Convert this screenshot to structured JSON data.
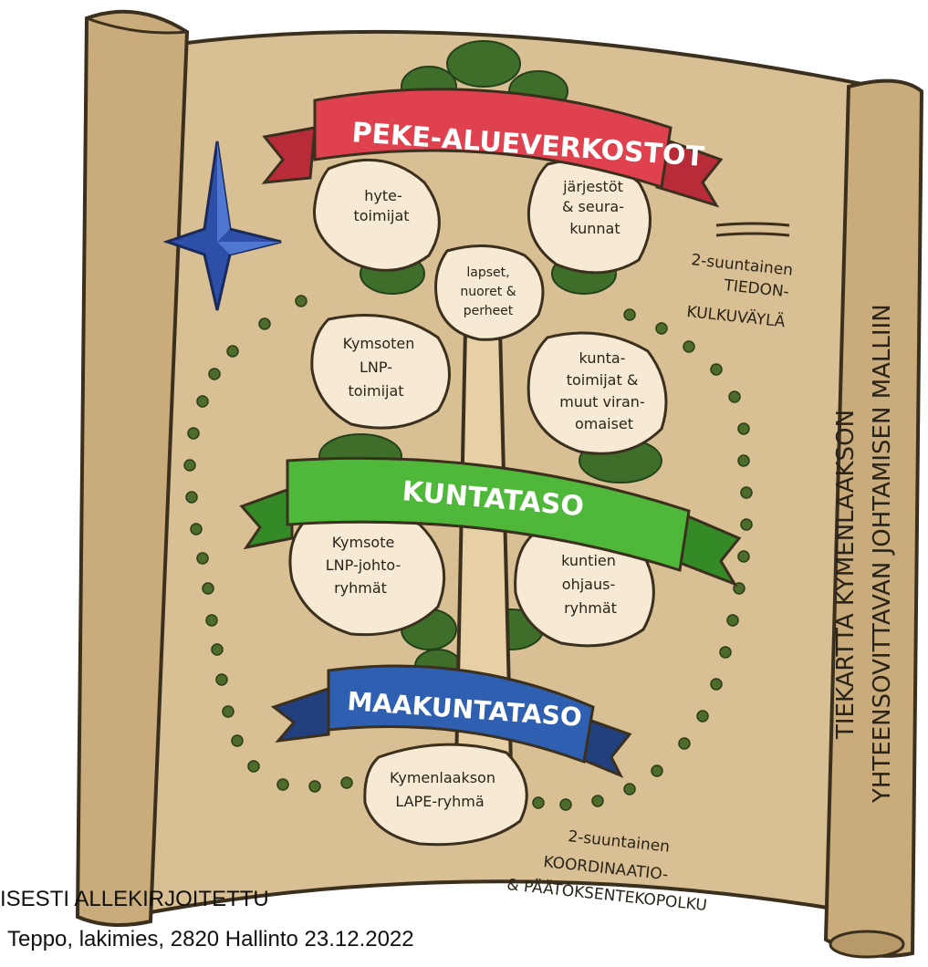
{
  "scroll": {
    "side_title_line1": "TIEKARTTA KYMENLAAKSON",
    "side_title_line2": "YHTEENSOVITTAVAN JOHTAMISEN MALLIIN"
  },
  "banners": {
    "peke": "PEKE-ALUEVERKOSTOT",
    "kunta": "KUNTATASO",
    "maakunta": "MAAKUNTATASO"
  },
  "leaves": {
    "hyte": [
      "hyte-",
      "toimijat"
    ],
    "jarjestot": [
      "järjestöt",
      "& seura-",
      "kunnat"
    ],
    "lapset": [
      "lapset,",
      "nuoret &",
      "perheet"
    ],
    "kymsoten_lnp": [
      "Kymsoten",
      "LNP-",
      "toimijat"
    ],
    "kuntatoimijat": [
      "kunta-",
      "toimijat &",
      "muut viran-",
      "omaiset"
    ],
    "kymsote_ryhmat": [
      "Kymsote",
      "LNP-johto-",
      "ryhmät"
    ],
    "kuntien": [
      "kuntien",
      "ohjaus-",
      "ryhmät"
    ],
    "lape": [
      "Kymenlaakson",
      "LAPE-ryhmä"
    ]
  },
  "legend": {
    "info_path": [
      "2-suuntainen",
      "TIEDON-",
      "KULKUVÄYLÄ"
    ],
    "coord_path": [
      "2-suuntainen",
      "KOORDINAATIO-",
      "& PÄÄTÖKSENTEKOPOLKU"
    ]
  },
  "signature": {
    "line1": "ISESTI ALLEKIRJOITETTU",
    "line2": "Teppo, lakimies, 2820 Hallinto  23.12.2022"
  },
  "colors": {
    "parchment": "#d9bf94",
    "parchment_dark": "#c4a576",
    "red_banner": "#e0414f",
    "green_banner": "#4fb83a",
    "blue_banner": "#2f5fb0",
    "leaf_fill": "#f6ead4",
    "path_dots": "#4d6b2a",
    "compass": "#2e4fa8"
  }
}
